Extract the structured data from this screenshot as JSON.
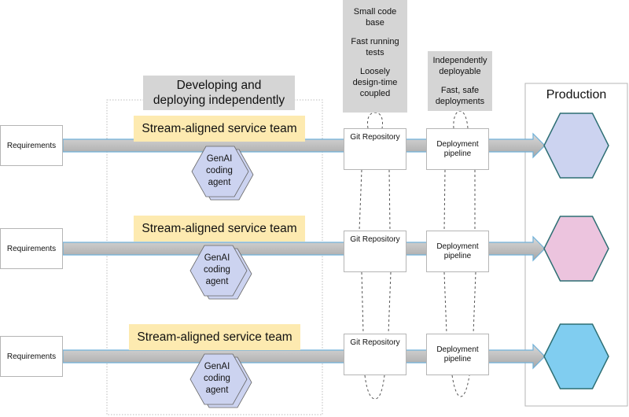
{
  "colors": {
    "band_fill_top": "#d9d9d9",
    "band_fill_bottom": "#a6a6a6",
    "band_edge": "#6fb1d9",
    "team_label_bg": "#fdeab0",
    "note_bg": "#d5d5d5",
    "agent_fill": "#ccd3f0",
    "hex_stroke": "#2d6e73",
    "service_colors": [
      "#ccd3f0",
      "#ecc4de",
      "#80cdf0"
    ]
  },
  "group_label": "Developing and deploying independently",
  "group_label_lines": [
    "Developing and",
    "deploying independently"
  ],
  "repo_note_lines": [
    "Small code",
    "base",
    "",
    "Fast running",
    "tests",
    "",
    "Loosely",
    "design-time",
    "coupled"
  ],
  "pipeline_note_lines": [
    "Independently",
    "deployable",
    "",
    "Fast, safe",
    "deployments"
  ],
  "production_label": "Production",
  "lanes": [
    {
      "requirements": "Requirements",
      "team": "Stream-aligned service team",
      "agent_lines": [
        "GenAI",
        "coding",
        "agent"
      ],
      "git": "Git Repository",
      "pipeline_lines": [
        "Deployment",
        "pipeline"
      ],
      "service_color": "#ccd3f0"
    },
    {
      "requirements": "Requirements",
      "team": "Stream-aligned service team",
      "agent_lines": [
        "GenAI",
        "coding",
        "agent"
      ],
      "git": "Git Repository",
      "pipeline_lines": [
        "Deployment",
        "pipeline"
      ],
      "service_color": "#ecc4de"
    },
    {
      "requirements": "Requirements",
      "team": "Stream-aligned service team",
      "agent_lines": [
        "GenAI",
        "coding",
        "agent"
      ],
      "git": "Git Repository",
      "pipeline_lines": [
        "Deployment",
        "pipeline"
      ],
      "service_color": "#80cdf0"
    }
  ]
}
